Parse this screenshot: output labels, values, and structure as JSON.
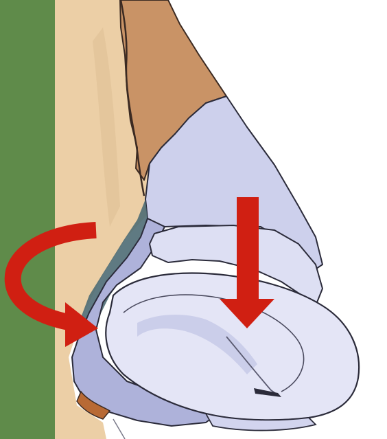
{
  "figure": {
    "subject": "nose-cartilage-illustration",
    "colors": {
      "background": "#ffffff",
      "left_band": "#5f8b4a",
      "skin": "#eccfa6",
      "skin_shadow": "#d9b98f",
      "upper_bone": "#c99366",
      "cartilage_light": "#d6d7ee",
      "cartilage_mid": "#b9bbe0",
      "cartilage_dark": "#8f93c6",
      "deep_shadow": "#4e6b74",
      "outline": "#2b2b3a",
      "nostril": "#b86a35",
      "arrow": "#d01f12"
    },
    "arrows": [
      {
        "name": "rotation-arrow",
        "kind": "curved",
        "meaning": "rotate"
      },
      {
        "name": "downward-arrow",
        "kind": "straight",
        "meaning": "push-down"
      }
    ]
  }
}
